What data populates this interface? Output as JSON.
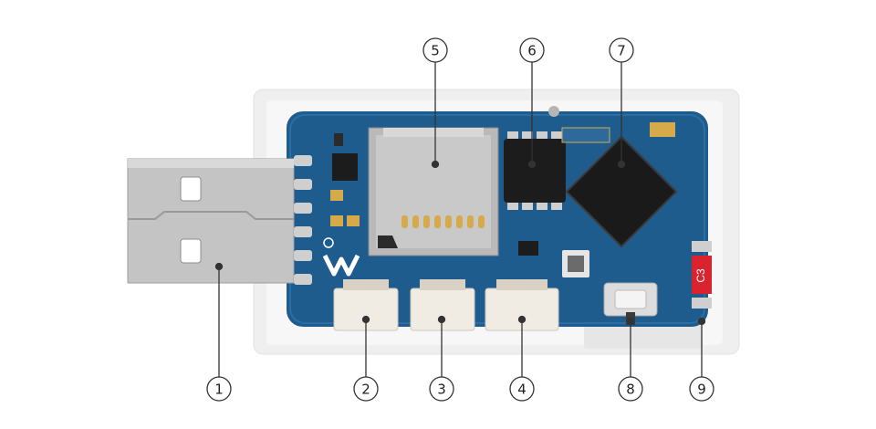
{
  "callouts": [
    {
      "id": "1",
      "label": "1"
    },
    {
      "id": "2",
      "label": "2"
    },
    {
      "id": "3",
      "label": "3"
    },
    {
      "id": "4",
      "label": "4"
    },
    {
      "id": "5",
      "label": "5"
    },
    {
      "id": "6",
      "label": "6"
    },
    {
      "id": "7",
      "label": "7"
    },
    {
      "id": "8",
      "label": "8"
    },
    {
      "id": "9",
      "label": "9"
    }
  ],
  "board": {
    "led_marking": "C3"
  },
  "colors": {
    "pcb": "#1f5c8e",
    "pcb_edge": "#1a4f7c",
    "enclosure": "#f1f1f1",
    "usb_metal": "#bdbdbd",
    "connector": "#f0ebe3",
    "chip": "#1c1c1c",
    "gold": "#d6a94a",
    "led_red": "#d9232f"
  }
}
